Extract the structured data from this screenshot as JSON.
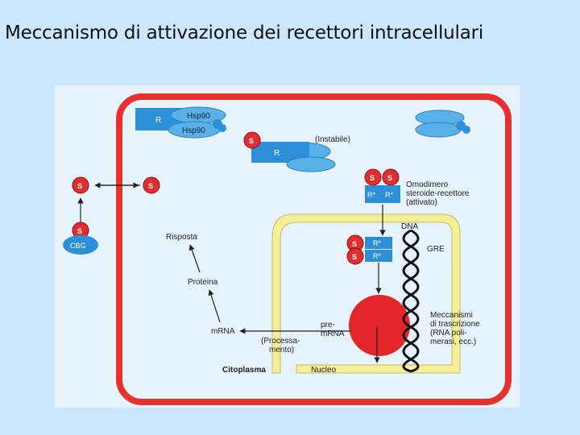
{
  "slide": {
    "title": "Meccanismo di attivazione dei recettori intracellulari"
  },
  "colors": {
    "background": "#cce6fb",
    "cell_membrane": "#e8312f",
    "nuclear_membrane": "#f6ef9a",
    "receptor": "#2c8fd8",
    "hsp90": "#58b2e8",
    "steroid": "#e02d2d",
    "transcription_machinery": "#e2262a"
  },
  "diagram": {
    "receptor_label": "R",
    "hsp90_label_1": "Hsp90",
    "hsp90_label_2": "Hsp90",
    "unstable_receptor_label": "R",
    "unstable_label": "(Instabile)",
    "steroid_label": "S",
    "cbg_label": "CBG",
    "activated_receptor_label": "R*",
    "homodimer_line1": "Omodimero",
    "homodimer_line2": "steroide-recettore",
    "homodimer_line3": "(attivato)",
    "dna_label": "DNA",
    "gre_label": "GRE",
    "response_label": "Risposta",
    "protein_label": "Proteina",
    "mrna_label": "mRNA",
    "premrna_line1": "pre-",
    "premrna_line2": "mRNA",
    "processing_line1": "(Processa-",
    "processing_line2": "mento)",
    "mechanisms_line1": "Meccanismi",
    "mechanisms_line2": "di trascrizione",
    "mechanisms_line3": "(RNA poli-",
    "mechanisms_line4": "merasi, ecc.)",
    "cytoplasm_label": "Citoplasma",
    "nucleus_label": "Nucleo"
  }
}
